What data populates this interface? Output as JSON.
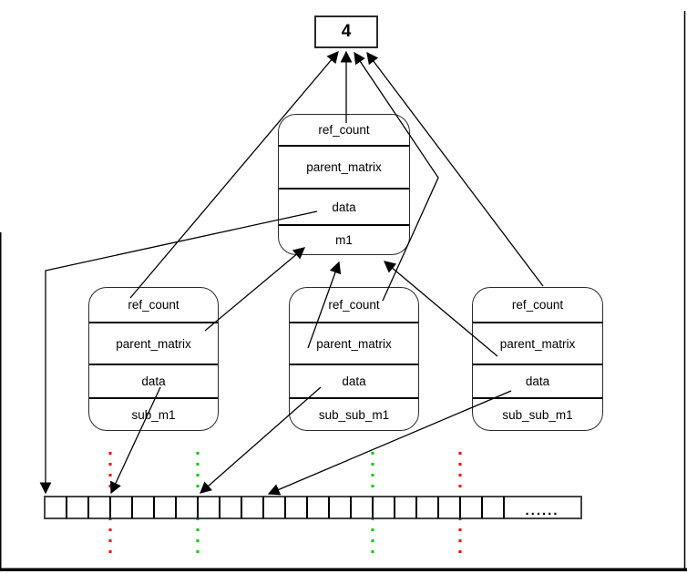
{
  "counter": {
    "value": "4"
  },
  "nodes": [
    {
      "rows": [
        "ref_count",
        "parent_matrix",
        "data",
        "m1"
      ]
    },
    {
      "rows": [
        "ref_count",
        "parent_matrix",
        "data",
        "sub_m1"
      ]
    },
    {
      "rows": [
        "ref_count",
        "parent_matrix",
        "data",
        "sub_sub_m1"
      ]
    },
    {
      "rows": [
        "ref_count",
        "parent_matrix",
        "data",
        "sub_sub_m1"
      ]
    }
  ],
  "memory": {
    "cells": 21,
    "ellipsis": "......"
  },
  "markers": [
    {
      "color": "#ff0000",
      "boundary_index": 3
    },
    {
      "color": "#00cc00",
      "boundary_index": 7
    },
    {
      "color": "#00cc00",
      "boundary_index": 15
    },
    {
      "color": "#ff0000",
      "boundary_index": 19
    }
  ],
  "colors": {
    "arrow": "#000000",
    "red_guide": "#ff0000",
    "green_guide": "#00cc00"
  }
}
